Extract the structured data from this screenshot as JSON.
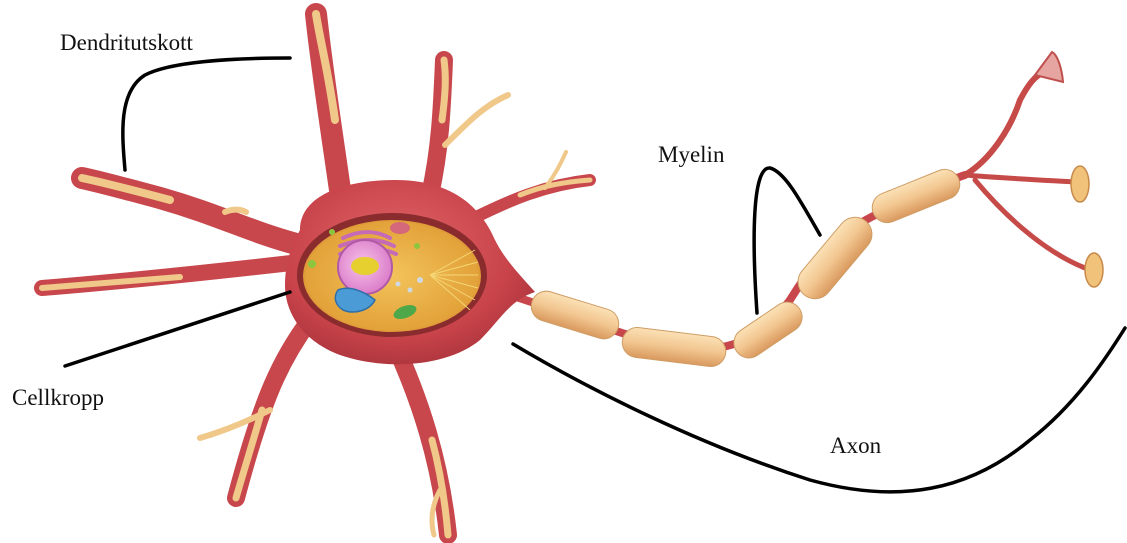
{
  "labels": {
    "dendrite": "Dendritutskott",
    "myelin": "Myelin",
    "cell_body": "Cellkropp",
    "axon": "Axon"
  },
  "colors": {
    "cell_body": "#c8474a",
    "dendrite_base": "#c2444a",
    "dendrite_tip": "#f1c98a",
    "myelin": "#f2c690",
    "nucleus_cavity": "#e6a63b",
    "leader_line": "#000000"
  }
}
